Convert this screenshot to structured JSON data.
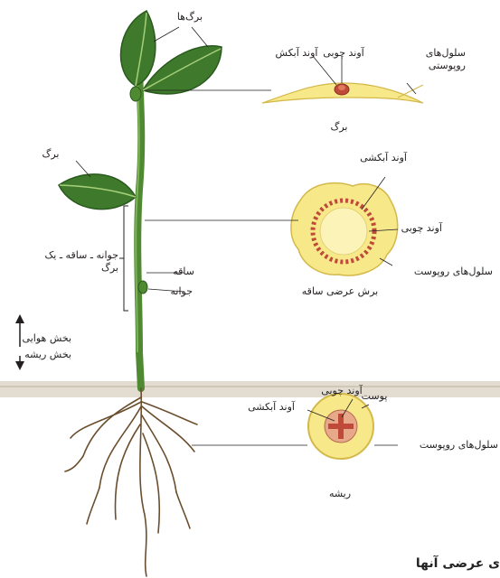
{
  "labels": {
    "leaves": "برگ‌ها",
    "phloem_leaf": "آوند آبکش",
    "xylem_leaf": "آوند چوبی",
    "epidermis_leaf": "سلول‌های\nروپوستی",
    "leaf_section": "برگ",
    "leaf_side": "برگ",
    "phloem_stem": "آوند آبکشی",
    "xylem_stem": "آوند چوبی",
    "epidermis_stem": "سلول‌های روپوست",
    "stem_section": "برش عرضی ساقه",
    "bud_stem_leaf": "جوانه ـ ساقه ـ یک\nبرگ",
    "stem": "ساقه",
    "bud": "جوانه",
    "aerial_part": "بخش هوایی",
    "root_part": "بخش ریشه",
    "xylem_root": "آوند چوبی",
    "phloem_root": "آوند آبکشی",
    "cortex_root": "پوست",
    "epidermis_root": "سلول‌های روپوست",
    "root_section": "ریشه",
    "bottom_text": "ی عرضی آنها"
  },
  "colors": {
    "leaf_green": "#3f7a2c",
    "leaf_dark": "#2a5a1e",
    "stem_green": "#4f8a32",
    "section_yellow": "#f7e98a",
    "section_outline": "#d4b84a",
    "xylem_red": "#c04a3a",
    "root_brown": "#6b4e2e",
    "soil": "#d9d4c4"
  }
}
